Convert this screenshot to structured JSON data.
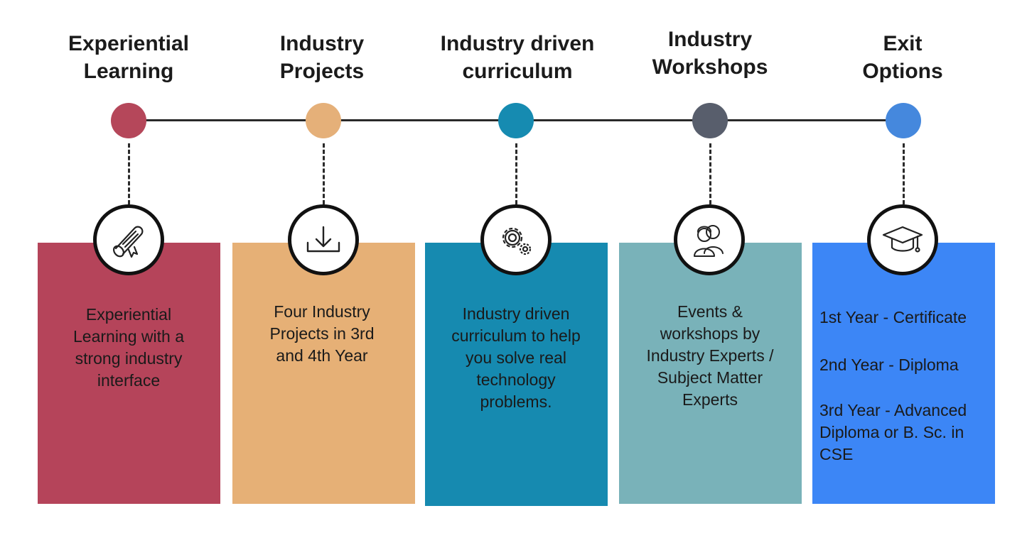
{
  "steps": [
    {
      "title_lines": [
        "Experiential",
        "Learning"
      ],
      "icon": "diploma-scroll-icon",
      "dot_color": "#b5475a",
      "card_color": "#b5445a",
      "desc_lines": [
        "Experiential",
        "Learning with a",
        "strong industry",
        "interface"
      ]
    },
    {
      "title_lines": [
        "Industry",
        "Projects"
      ],
      "icon": "download-icon",
      "dot_color": "#e5b079",
      "card_color": "#e6b076",
      "desc_lines": [
        "Four Industry",
        "Projects in 3rd",
        "and 4th Year"
      ]
    },
    {
      "title_lines": [
        "Industry driven",
        "curriculum"
      ],
      "icon": "gears-icon",
      "dot_color": "#168bb1",
      "card_color": "#168ab0",
      "desc_lines": [
        "Industry driven",
        "curriculum to help",
        "you solve real",
        "technology",
        "problems."
      ]
    },
    {
      "title_lines": [
        "Industry",
        "Workshops"
      ],
      "icon": "people-icon",
      "dot_color": "#585e6c",
      "card_color": "#79b2b9",
      "desc_lines": [
        "Events &",
        "workshops by",
        "Industry Experts /",
        "Subject Matter",
        "Experts"
      ]
    },
    {
      "title_lines": [
        "Exit",
        "Options"
      ],
      "icon": "graduation-cap-icon",
      "dot_color": "#4588dd",
      "card_color": "#3c86f6",
      "desc_lines": [
        "1st Year - Certificate",
        "2nd Year - Diploma",
        "3rd Year - Advanced",
        "Diploma or B. Sc. in",
        "CSE"
      ]
    }
  ]
}
